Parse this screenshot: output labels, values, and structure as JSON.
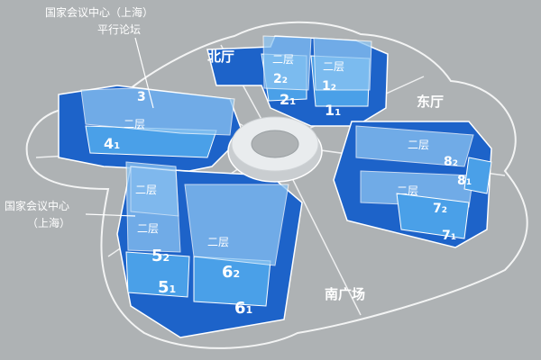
{
  "colors": {
    "background": "#aeb2b4",
    "hall_dark": "#1d63c9",
    "hall_light": "#4aa0e8",
    "hall_second_floor": "#8cc4f2",
    "outline": "#ffffff",
    "center_ring": "#e9ecee"
  },
  "regions": {
    "north_hall": "北厅",
    "east_hall": "东厅",
    "south_plaza": "南广场"
  },
  "annotations": {
    "forum_line1": "国家会议中心（上海）",
    "forum_line2": "平行论坛",
    "nec_line1": "国家会议中心",
    "nec_line2": "（上海）"
  },
  "second_floor_label": "二层",
  "halls": {
    "h2_2": {
      "num": "2",
      "sub": "2"
    },
    "h2_1": {
      "num": "2",
      "sub": "1"
    },
    "h1_2": {
      "num": "1",
      "sub": "2"
    },
    "h1_1": {
      "num": "1",
      "sub": "1"
    },
    "h3": {
      "num": "3",
      "sub": ""
    },
    "h4_1": {
      "num": "4",
      "sub": "1"
    },
    "h8_2": {
      "num": "8",
      "sub": "2"
    },
    "h8_1": {
      "num": "8",
      "sub": "1"
    },
    "h7_2": {
      "num": "7",
      "sub": "2"
    },
    "h7_1": {
      "num": "7",
      "sub": "1"
    },
    "h5_2": {
      "num": "5",
      "sub": "2"
    },
    "h5_1": {
      "num": "5",
      "sub": "1"
    },
    "h6_2": {
      "num": "6",
      "sub": "2"
    },
    "h6_1": {
      "num": "6",
      "sub": "1"
    }
  }
}
